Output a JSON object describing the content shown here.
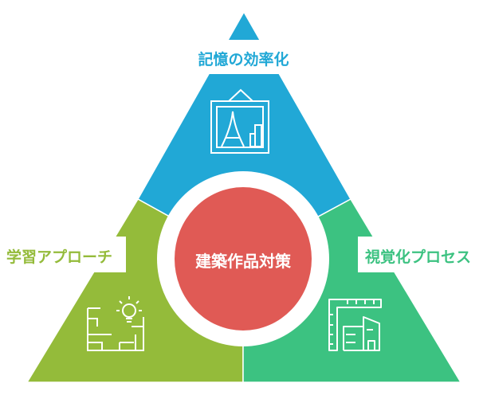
{
  "center": {
    "label": "建築作品対策"
  },
  "segments": [
    {
      "label": "記憶の効率化",
      "icon": "framed-picture-icon",
      "color": "#21A8D6"
    },
    {
      "label": "学習アプローチ",
      "icon": "floorplan-lightbulb-icon",
      "color": "#94BB3A"
    },
    {
      "label": "視覚化プロセス",
      "icon": "ruler-building-icon",
      "color": "#3CC281"
    }
  ],
  "colors": {
    "center": "#E05A55",
    "background": "#FFFFFF"
  }
}
